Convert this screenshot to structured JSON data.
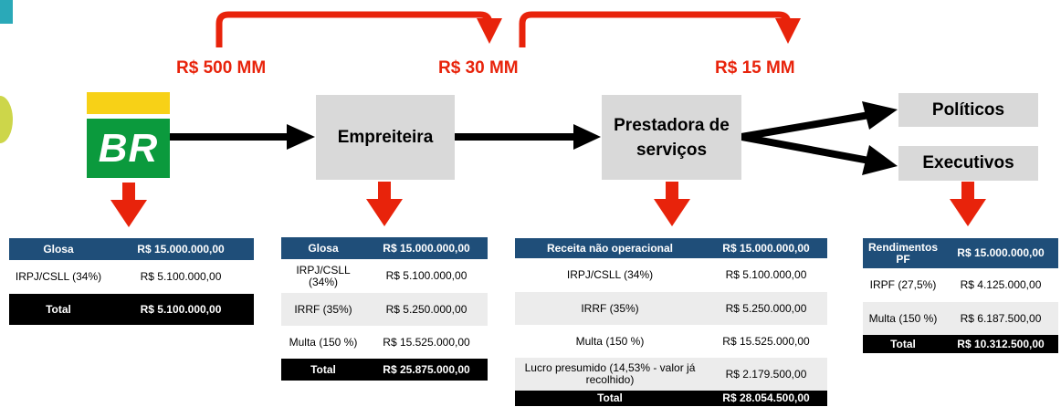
{
  "colors": {
    "arrow_red": "#e8230b",
    "box_gray": "#d9d9d9",
    "header_blue": "#1f4e79",
    "total_black": "#000000",
    "logo_yellow": "#f7d117",
    "logo_green": "#0b9a3d"
  },
  "logo": {
    "text": "BR"
  },
  "flow": {
    "amount_1": "R$ 500 MM",
    "amount_2": "R$ 30 MM",
    "amount_3": "R$ 15 MM",
    "box_empreiteira": "Empreiteira",
    "box_prestadora": "Prestadora de serviços",
    "box_politicos": "Políticos",
    "box_executivos": "Executivos"
  },
  "tables": {
    "petrobras": {
      "header": [
        "Glosa",
        "R$ 15.000.000,00"
      ],
      "rows": [
        [
          "IRPJ/CSLL (34%)",
          "R$ 5.100.000,00"
        ]
      ],
      "total": [
        "Total",
        "R$ 5.100.000,00"
      ]
    },
    "empreiteira": {
      "header": [
        "Glosa",
        "R$ 15.000.000,00"
      ],
      "rows": [
        [
          "IRPJ/CSLL (34%)",
          "R$ 5.100.000,00"
        ],
        [
          "IRRF (35%)",
          "R$ 5.250.000,00"
        ],
        [
          "Multa (150 %)",
          "R$ 15.525.000,00"
        ]
      ],
      "total": [
        "Total",
        "R$ 25.875.000,00"
      ]
    },
    "prestadora": {
      "header": [
        "Receita não operacional",
        "R$ 15.000.000,00"
      ],
      "rows": [
        [
          "IRPJ/CSLL (34%)",
          "R$ 5.100.000,00"
        ],
        [
          "IRRF (35%)",
          "R$ 5.250.000,00"
        ],
        [
          "Multa (150 %)",
          "R$ 15.525.000,00"
        ],
        [
          "Lucro presumido (14,53% - valor já recolhido)",
          "R$ 2.179.500,00"
        ]
      ],
      "total": [
        "Total",
        "R$ 28.054.500,00"
      ]
    },
    "pf": {
      "header": [
        "Rendimentos PF",
        "R$ 15.000.000,00"
      ],
      "rows": [
        [
          "IRPF (27,5%)",
          "R$ 4.125.000,00"
        ],
        [
          "Multa (150 %)",
          "R$ 6.187.500,00"
        ]
      ],
      "total": [
        "Total",
        "R$ 10.312.500,00"
      ]
    }
  }
}
